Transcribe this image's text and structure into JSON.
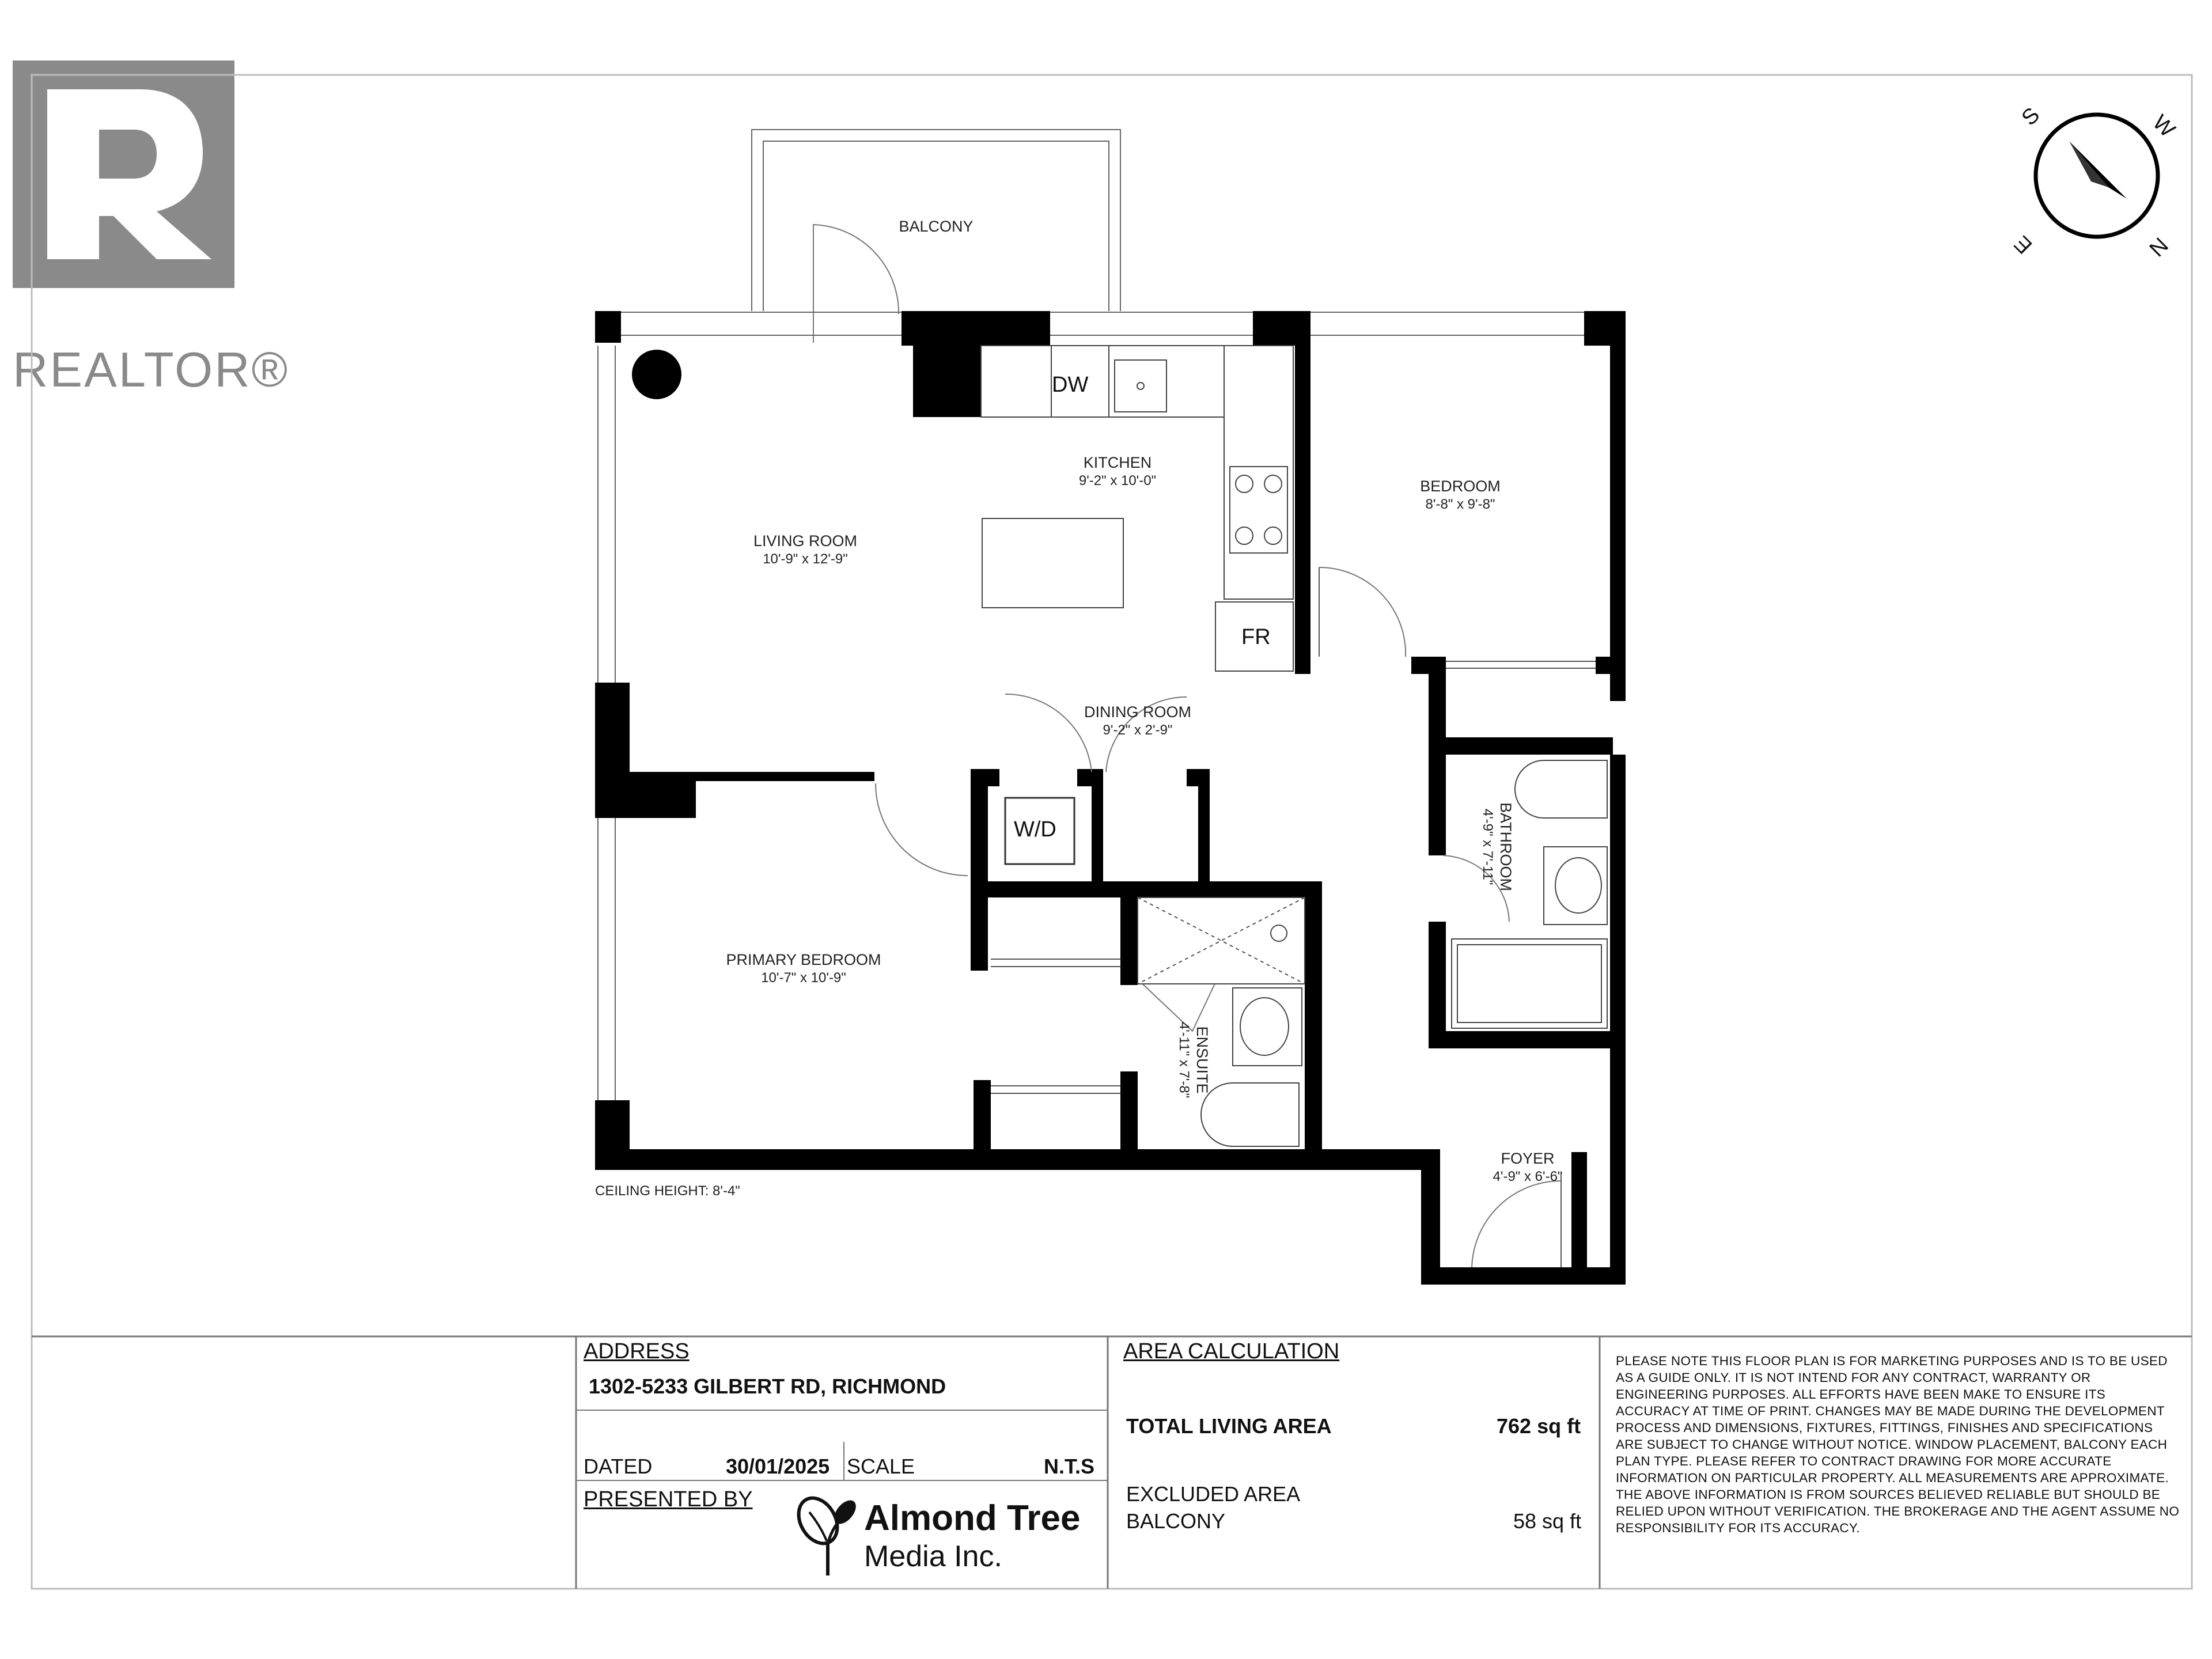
{
  "logo": {
    "realtor_text": "REALTOR®"
  },
  "compass": {
    "s": "S",
    "w": "W",
    "e": "E",
    "n": "N"
  },
  "rooms": {
    "balcony": "BALCONY",
    "kitchen": "KITCHEN",
    "kitchen_dim": "9'-2\" x 10'-0\"",
    "living": "LIVING ROOM",
    "living_dim": "10'-9\" x 12'-9\"",
    "bedroom": "BEDROOM",
    "bedroom_dim": "8'-8\" x 9'-8\"",
    "dining": "DINING ROOM",
    "dining_dim": "9'-2\" x 2'-9\"",
    "bathroom": "BATHROOM",
    "bathroom_dim": "4'-9\" x 7'-11\"",
    "primary": "PRIMARY BEDROOM",
    "primary_dim": "10'-7\" x 10'-9\"",
    "ensuite": "ENSUITE",
    "ensuite_dim": "4'-11\" x 7'-8\"",
    "foyer": "FOYER",
    "foyer_dim": "4'-9\" x 6'-6\""
  },
  "fixtures": {
    "dw": "DW",
    "fr": "FR",
    "wd": "W/D"
  },
  "ceiling": "CEILING HEIGHT: 8'-4\"",
  "info": {
    "address_label": "ADDRESS",
    "address": "1302-5233 GILBERT RD, RICHMOND",
    "dated_label": "DATED",
    "dated": "30/01/2025",
    "scale_label": "SCALE",
    "scale": "N.T.S",
    "presented_label": "PRESENTED BY",
    "presenter_line1": "Almond Tree",
    "presenter_line2": "Media Inc.",
    "area_label": "AREA CALCULATION",
    "total_label": "TOTAL LIVING AREA",
    "total_value": "762 sq ft",
    "excluded_label": "EXCLUDED AREA",
    "balcony_label": "BALCONY",
    "balcony_value": "58 sq ft",
    "disclaimer": "PLEASE NOTE THIS FLOOR PLAN IS FOR MARKETING PURPOSES AND IS TO BE USED AS A GUIDE ONLY. IT IS NOT INTEND FOR ANY CONTRACT, WARRANTY OR ENGINEERING PURPOSES. ALL EFFORTS HAVE BEEN MAKE TO ENSURE ITS ACCURACY AT TIME OF PRINT. CHANGES MAY BE MADE DURING THE DEVELOPMENT PROCESS AND DIMENSIONS, FIXTURES, FITTINGS, FINISHES AND SPECIFICATIONS ARE SUBJECT TO CHANGE WITHOUT NOTICE. WINDOW PLACEMENT, BALCONY EACH PLAN TYPE. PLEASE REFER TO CONTRACT DRAWING FOR MORE ACCURATE INFORMATION ON PARTICULAR PROPERTY. ALL MEASUREMENTS ARE APPROXIMATE. THE ABOVE INFORMATION IS FROM SOURCES BELIEVED RELIABLE BUT SHOULD BE RELIED UPON WITHOUT VERIFICATION. THE BROKERAGE AND THE AGENT ASSUME NO RESPONSIBILITY FOR ITS ACCURACY."
  }
}
